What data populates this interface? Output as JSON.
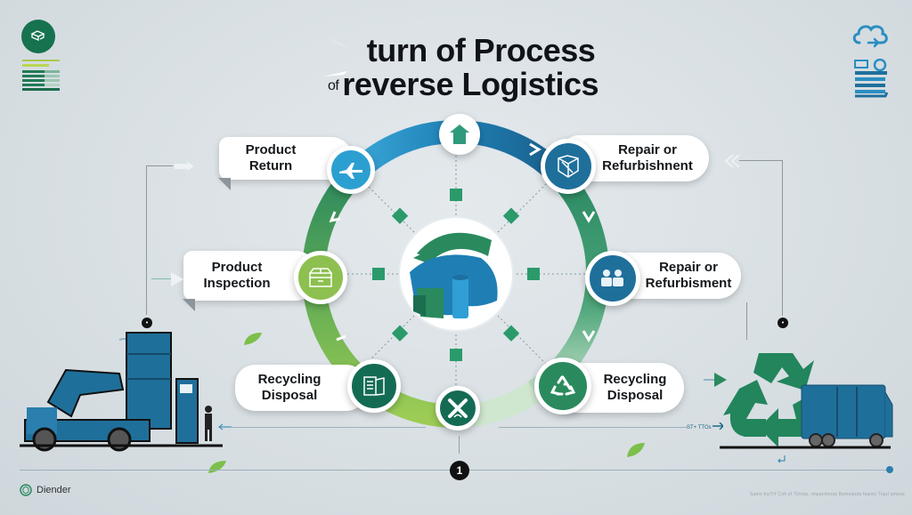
{
  "title": {
    "line1": "turn of Process",
    "line2_prefix": "of",
    "line2": "reverse Logistics"
  },
  "steps": [
    {
      "label_line1": "Product",
      "label_line2": "Return",
      "icon": "airplane-icon",
      "color": "#2c9fd1"
    },
    {
      "label_line1": "Repair or",
      "label_line2": "Refurbishnent",
      "icon": "box-package-icon",
      "color": "#1f6f9b"
    },
    {
      "label_line1": "Product",
      "label_line2": "Inspection",
      "icon": "open-box-icon",
      "color": "#8dc050"
    },
    {
      "label_line1": "Repair or",
      "label_line2": "Refurbisment",
      "icon": "people-group-icon",
      "color": "#1f6f9b"
    },
    {
      "label_line1": "Recycling",
      "label_line2": "Disposal",
      "icon": "document-folder-icon",
      "color": "#146b53"
    },
    {
      "label_line1": "Recycling",
      "label_line2": "Disposal",
      "icon": "recycle-icon",
      "color": "#2a8a5e"
    }
  ],
  "top_node": {
    "icon": "house-arrow-icon",
    "color": "#2f9a7b"
  },
  "bottom_node": {
    "icon": "tools-cross-icon",
    "color": "#146b53"
  },
  "center_icon": "recycling-arrows-cylinder-icon",
  "corner_left": {
    "icon": "leaf-box-icon",
    "color": "#16724f"
  },
  "corner_right": {
    "icon_top": "cloud-sync-icon",
    "icon_bottom": "warehouse-shelf-icon",
    "color": "#2a8ec0"
  },
  "badges": {
    "left": "•",
    "right": "•",
    "bottom_main": "1"
  },
  "arrow_note": "ST+ TTOs",
  "footer": {
    "brand": "Diender",
    "note": "Samo trs/Trf Colt of Tt/nmp, rmpactionsa Bomeanda fearns Trauf amnoe"
  },
  "colors": {
    "blue_dark": "#1f6f9b",
    "blue_light": "#2c9fd1",
    "green_dark": "#146b53",
    "green_mid": "#2a8a5e",
    "green_light": "#8dc050",
    "background": "#dde3e7"
  }
}
